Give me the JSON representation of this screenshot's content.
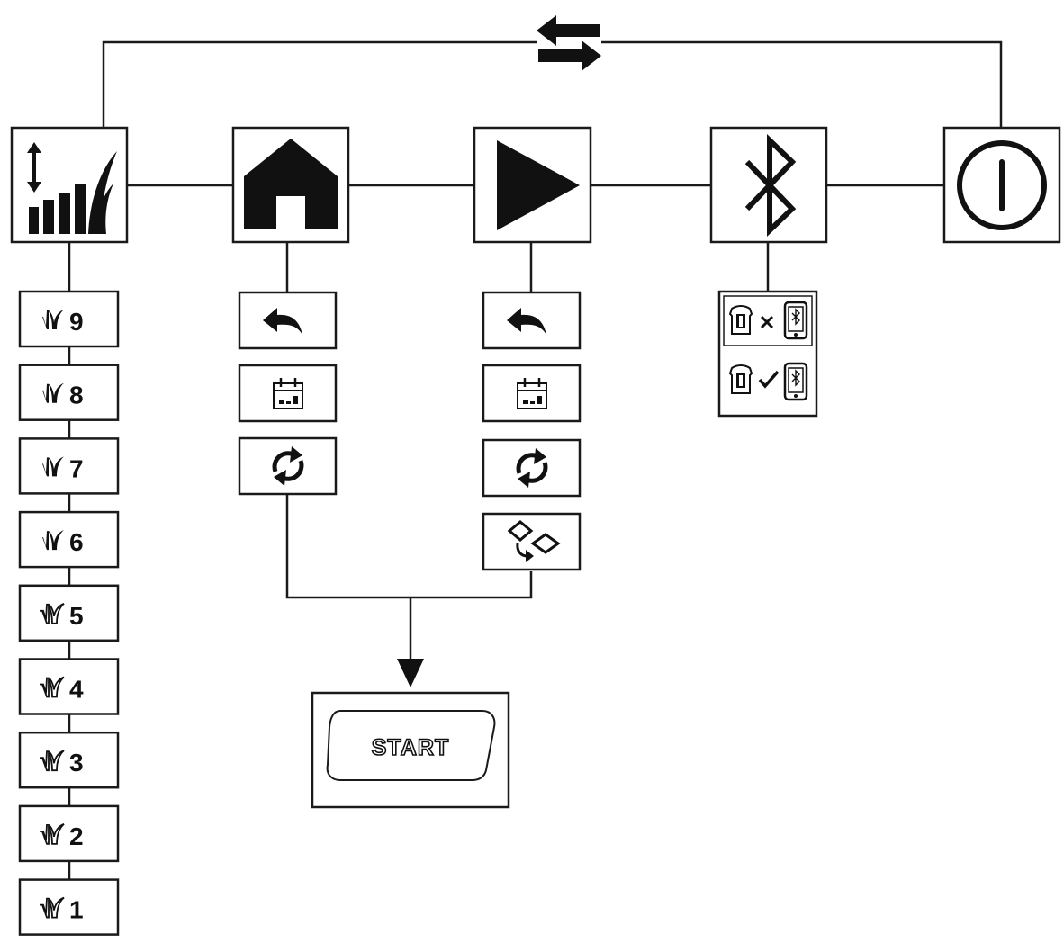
{
  "menu": {
    "height_setting": {
      "icon": "cutting-height-icon"
    },
    "home": {
      "icon": "home-icon"
    },
    "play": {
      "icon": "play-icon"
    },
    "bluetooth": {
      "icon": "bluetooth-icon"
    },
    "power": {
      "icon": "power-icon"
    },
    "toggle": {
      "icon": "swap-arrows-icon"
    }
  },
  "height_levels": [
    "9",
    "8",
    "7",
    "6",
    "5",
    "4",
    "3",
    "2",
    "1"
  ],
  "home_submenu": [
    "return-icon",
    "calendar-icon",
    "cycle-icon"
  ],
  "play_submenu": [
    "return-icon",
    "calendar-icon",
    "cycle-icon",
    "zone-switch-icon"
  ],
  "bluetooth_submenu": [
    "robot-phone-disconnected-icon",
    "robot-phone-connected-icon"
  ],
  "start_button": {
    "label": "START"
  },
  "colors": {
    "line": "#1a1a1a",
    "fill": "#111111",
    "background": "#ffffff"
  }
}
